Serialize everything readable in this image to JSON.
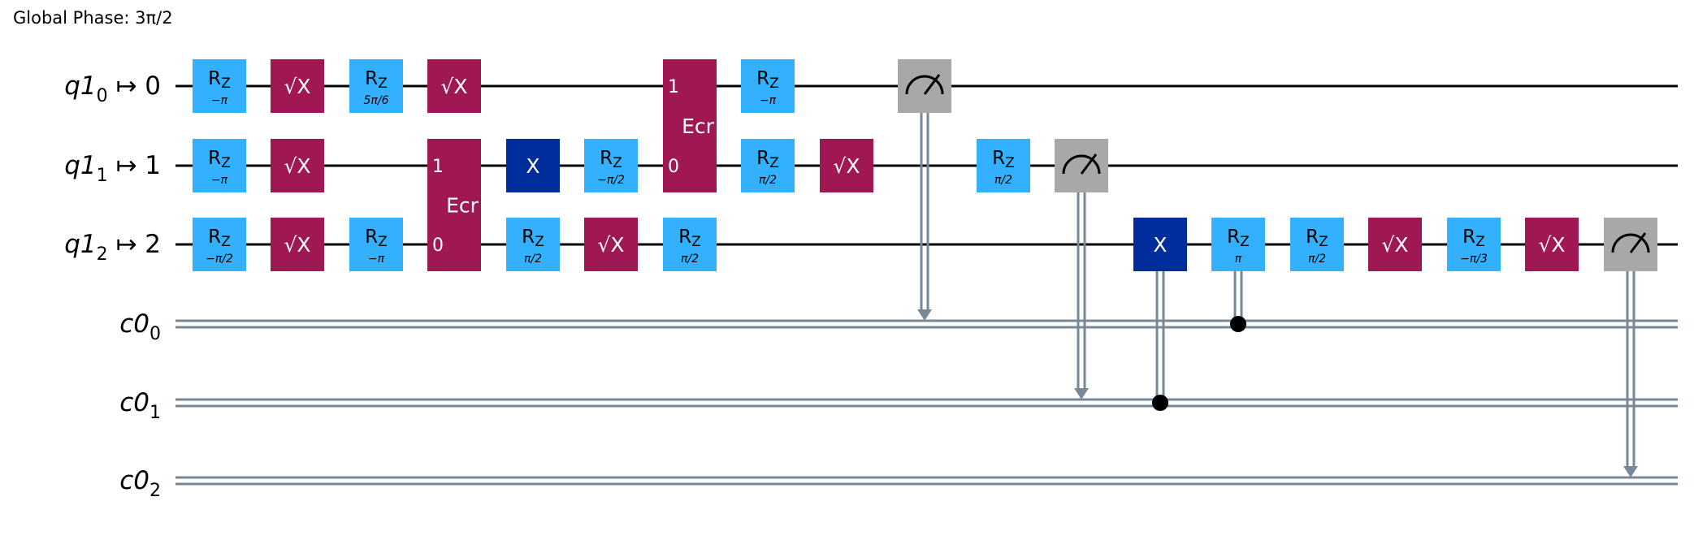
{
  "global_phase": "Global Phase: 3π/2",
  "colors": {
    "rz": "#33b1ff",
    "sx": "#9f1853",
    "x": "#002d9c",
    "ecr": "#9f1853",
    "measure": "#a8a8a8",
    "wire": "#000000",
    "classical": "#778899"
  },
  "qubits": [
    {
      "reg": "q1",
      "index": "0",
      "phys": "0"
    },
    {
      "reg": "q1",
      "index": "1",
      "phys": "1"
    },
    {
      "reg": "q1",
      "index": "2",
      "phys": "2"
    }
  ],
  "clbits": [
    {
      "reg": "c0",
      "index": "0"
    },
    {
      "reg": "c0",
      "index": "1"
    },
    {
      "reg": "c0",
      "index": "2"
    }
  ],
  "gates": [
    {
      "type": "rz",
      "col": 0,
      "qubit": 0,
      "param": "−π"
    },
    {
      "type": "rz",
      "col": 0,
      "qubit": 1,
      "param": "−π"
    },
    {
      "type": "rz",
      "col": 0,
      "qubit": 2,
      "param": "−π/2"
    },
    {
      "type": "sx",
      "col": 1,
      "qubit": 0
    },
    {
      "type": "sx",
      "col": 1,
      "qubit": 1
    },
    {
      "type": "sx",
      "col": 1,
      "qubit": 2
    },
    {
      "type": "rz",
      "col": 2,
      "qubit": 0,
      "param": "5π/6"
    },
    {
      "type": "rz",
      "col": 2,
      "qubit": 2,
      "param": "−π"
    },
    {
      "type": "sx",
      "col": 3,
      "qubit": 0
    },
    {
      "type": "ecr",
      "col": 3,
      "qubits": [
        1,
        2
      ],
      "label": "Ecr",
      "pins": [
        "1",
        "0"
      ]
    },
    {
      "type": "x",
      "col": 4,
      "qubit": 1
    },
    {
      "type": "rz",
      "col": 4,
      "qubit": 2,
      "param": "π/2"
    },
    {
      "type": "rz",
      "col": 5,
      "qubit": 1,
      "param": "−π/2"
    },
    {
      "type": "sx",
      "col": 5,
      "qubit": 2
    },
    {
      "type": "ecr",
      "col": 6,
      "qubits": [
        0,
        1
      ],
      "label": "Ecr",
      "pins": [
        "1",
        "0"
      ]
    },
    {
      "type": "rz",
      "col": 6,
      "qubit": 2,
      "param": "π/2"
    },
    {
      "type": "rz",
      "col": 7,
      "qubit": 0,
      "param": "−π"
    },
    {
      "type": "rz",
      "col": 7,
      "qubit": 1,
      "param": "π/2"
    },
    {
      "type": "sx",
      "col": 8,
      "qubit": 1
    },
    {
      "type": "measure",
      "col": 9,
      "qubit": 0,
      "clbit": 0
    },
    {
      "type": "rz",
      "col": 10,
      "qubit": 1,
      "param": "π/2"
    },
    {
      "type": "measure",
      "col": 11,
      "qubit": 1,
      "clbit": 1
    },
    {
      "type": "cx_classical",
      "col": 12,
      "qubit": 2,
      "clbit": 1
    },
    {
      "type": "rz_classical",
      "col": 13,
      "qubit": 2,
      "clbit": 0,
      "param": "π"
    },
    {
      "type": "rz",
      "col": 14,
      "qubit": 2,
      "param": "π/2"
    },
    {
      "type": "sx",
      "col": 15,
      "qubit": 2
    },
    {
      "type": "rz",
      "col": 16,
      "qubit": 2,
      "param": "−π/3"
    },
    {
      "type": "sx",
      "col": 17,
      "qubit": 2
    },
    {
      "type": "measure",
      "col": 18,
      "qubit": 2,
      "clbit": 2
    }
  ]
}
